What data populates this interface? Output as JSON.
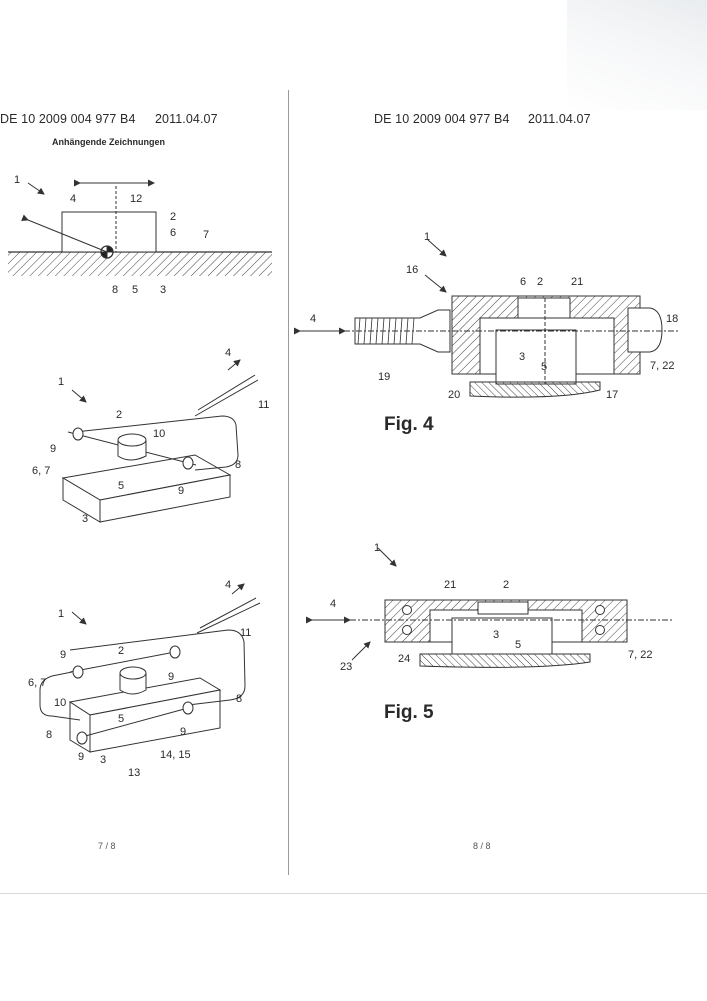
{
  "left_page": {
    "header": "DE 10 2009 004 977 B4",
    "date": "2011.04.07",
    "section_title": "Anhängende Zeichnungen",
    "page_number": "7 / 8"
  },
  "right_page": {
    "header": "DE 10 2009 004 977 B4",
    "date": "2011.04.07",
    "page_number": "8 / 8"
  },
  "figures": {
    "fig4_caption": "Fig. 4",
    "fig5_caption": "Fig. 5"
  },
  "labels": {
    "fig1": [
      "1",
      "4",
      "12",
      "2",
      "6",
      "7",
      "8",
      "5",
      "3"
    ],
    "fig2": [
      "1",
      "4",
      "11",
      "2",
      "10",
      "9",
      "6, 7",
      "8",
      "9",
      "5",
      "3"
    ],
    "fig3": [
      "1",
      "4",
      "11",
      "9",
      "2",
      "9",
      "6, 7",
      "10",
      "8",
      "9",
      "8",
      "9",
      "5",
      "3",
      "13",
      "14, 15"
    ],
    "fig4": [
      "1",
      "16",
      "6",
      "2",
      "21",
      "4",
      "18",
      "3",
      "5",
      "7, 22",
      "19",
      "20",
      "17"
    ],
    "fig5": [
      "1",
      "21",
      "2",
      "4",
      "3",
      "5",
      "7, 22",
      "23",
      "24"
    ]
  }
}
